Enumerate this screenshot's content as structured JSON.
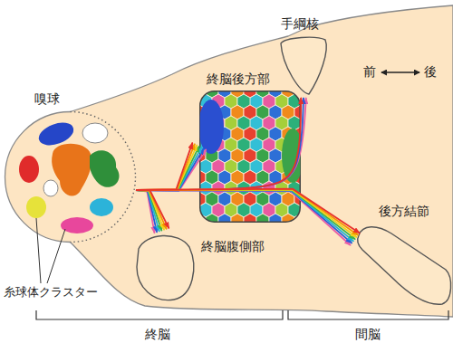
{
  "diagram": {
    "nodes": [
      {
        "text": [
          "嗅球"
        ]
      },
      {
        "text": [
          "終脳後方部"
        ]
      },
      {
        "text": [
          "手綱核"
        ]
      },
      {
        "text": [
          "終脳腹側部"
        ]
      },
      {
        "text": [
          "後方結節"
        ]
      }
    ],
    "edges": [
      {
        "from": 0,
        "to": 1,
        "arrow": "to"
      },
      {
        "from": 0,
        "to": 2,
        "arrow": "to"
      },
      {
        "from": 0,
        "to": 3,
        "arrow": "to"
      },
      {
        "from": 0,
        "to": 4,
        "arrow": "to"
      }
    ],
    "labels": [
      "前",
      "後",
      "糸球体クラスター",
      "終脳",
      "間脳"
    ]
  }
}
